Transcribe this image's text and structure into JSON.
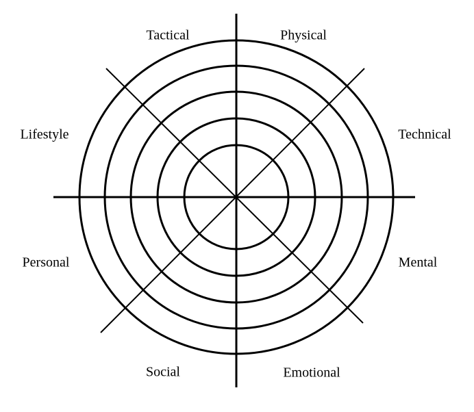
{
  "diagram": {
    "ring_count": 5,
    "line_color": "#000000",
    "segments": [
      {
        "label": "Tactical"
      },
      {
        "label": "Physical"
      },
      {
        "label": "Technical"
      },
      {
        "label": "Mental"
      },
      {
        "label": "Emotional"
      },
      {
        "label": "Social"
      },
      {
        "label": "Personal"
      },
      {
        "label": "Lifestyle"
      }
    ]
  }
}
